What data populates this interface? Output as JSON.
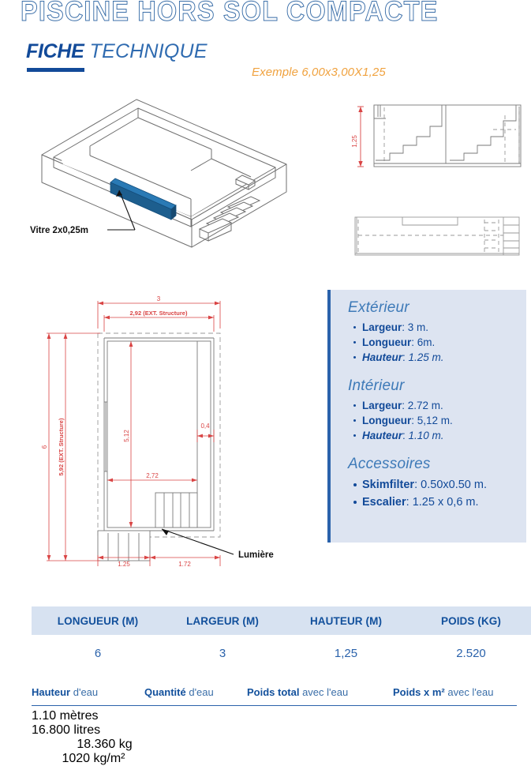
{
  "header": {
    "title": "PISCINE HORS SOL COMPACTE",
    "subtitle_strong": "FICHE",
    "subtitle_light": " TECHNIQUE",
    "example_note": "Exemple 6,00x3,00X1,25"
  },
  "drawings": {
    "iso": {
      "glass_label": "Vitre 2x0,25m",
      "glass_color": "#1f6ba5"
    },
    "elevation": {
      "height_dim": "1,25"
    },
    "plan": {
      "dim_width_total": "3",
      "dim_width_struct": "2,92 (EXT. Structure)",
      "dim_length_total": "6",
      "dim_length_struct": "5,92 (EXT. Structure)",
      "dim_inner_length": "5,12",
      "dim_inner_width": "2,72",
      "dim_wall": "0,4",
      "dim_stair_a": "1,25",
      "dim_stair_b": "1,72",
      "light_label": "Lumière"
    }
  },
  "info_panel": {
    "accent_color": "#2a62ab",
    "background_color": "#dde4f1",
    "sections": [
      {
        "heading": "Extérieur",
        "items": [
          {
            "key": "Largeur",
            "sep": ": ",
            "value": "3 m.",
            "key_italic": false,
            "value_italic": false
          },
          {
            "key": "Longueur",
            "sep": ": ",
            "value": "6m.",
            "key_italic": false,
            "value_italic": false
          },
          {
            "key": "Hauteur",
            "sep": ": ",
            "value": "1.25 m.",
            "key_italic": true,
            "value_italic": true
          }
        ]
      },
      {
        "heading": "Intérieur",
        "items": [
          {
            "key": "Largeur",
            "sep": ": ",
            "value": "2.72 m.",
            "key_italic": false,
            "value_italic": false
          },
          {
            "key": "Longueur",
            "sep": ": ",
            "value": "5,12 m.",
            "key_italic": false,
            "value_italic": false
          },
          {
            "key": "Hauteur",
            "sep": ": ",
            "value": "1.10 m.",
            "key_italic": true,
            "value_italic": true
          }
        ]
      },
      {
        "heading": "Accessoires",
        "items": [
          {
            "key": "Skimfilter",
            "sep": ": ",
            "value": "0.50x0.50 m.",
            "key_italic": false,
            "value_italic": false
          },
          {
            "key": "Escalier",
            "sep": ": ",
            "value": "1.25 x 0,6 m.",
            "key_italic": false,
            "value_italic": false
          }
        ]
      }
    ]
  },
  "table_main": {
    "headers": [
      "LONGUEUR (M)",
      "LARGEUR (M)",
      "HAUTEUR (M)",
      "POIDS (KG)"
    ],
    "values": [
      "6",
      "3",
      "1,25",
      "2.520"
    ]
  },
  "table_water": {
    "headers": [
      {
        "bold": "Hauteur",
        "rest": " d'eau"
      },
      {
        "bold": "Quantité",
        "rest": " d'eau"
      },
      {
        "bold": "Poids total",
        "rest": " avec l'eau"
      },
      {
        "bold": "Poids x m²",
        "rest": " avec l'eau"
      }
    ],
    "values": [
      "1.10 mètres",
      "16.800 litres",
      "18.360 kg",
      "1020 kg/m²"
    ]
  }
}
